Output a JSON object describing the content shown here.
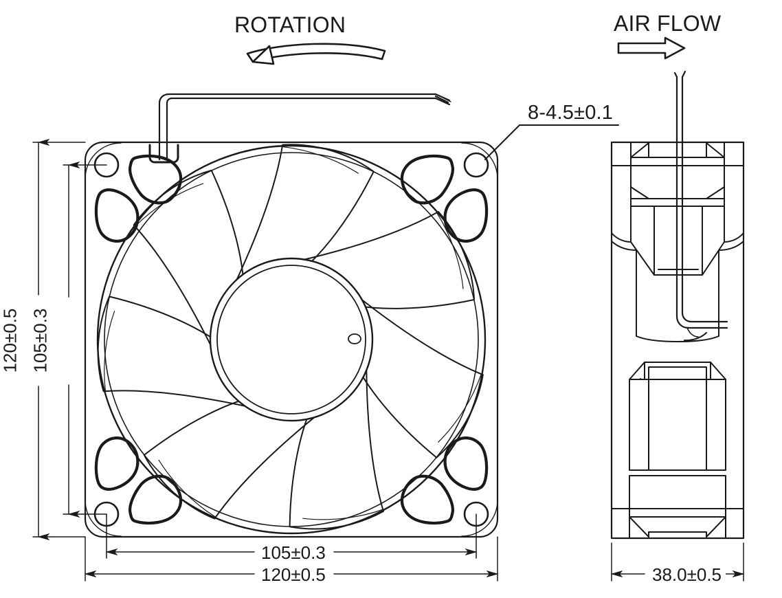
{
  "drawing": {
    "type": "mechanical-engineering-drawing",
    "subject": "120mm axial DC cooling fan",
    "views": [
      "front-view",
      "side-view"
    ],
    "line_color": "#1a1a1a",
    "background_color": "#ffffff"
  },
  "annotations": {
    "rotation_label": "ROTATION",
    "rotation_icon": "curved-arrow-counterclockwise",
    "airflow_label": "AIR FLOW",
    "airflow_icon": "hollow-arrow-right",
    "hole_callout": "8-4.5±0.1"
  },
  "dimensions": {
    "height_overall": "120±0.5",
    "height_hole_pitch": "105±0.3",
    "width_hole_pitch": "105±0.3",
    "width_overall": "120±0.5",
    "depth": "38.0±0.5"
  },
  "front_view": {
    "frame_size_mm": 120,
    "hole_pitch_mm": 105,
    "hole_diameter_mm": 4.5,
    "hole_count": 8,
    "blade_count": 7,
    "hub_marker": "small-oval"
  },
  "side_view": {
    "depth_mm": 38.0,
    "lead_wire": "two-conductor-cable"
  }
}
